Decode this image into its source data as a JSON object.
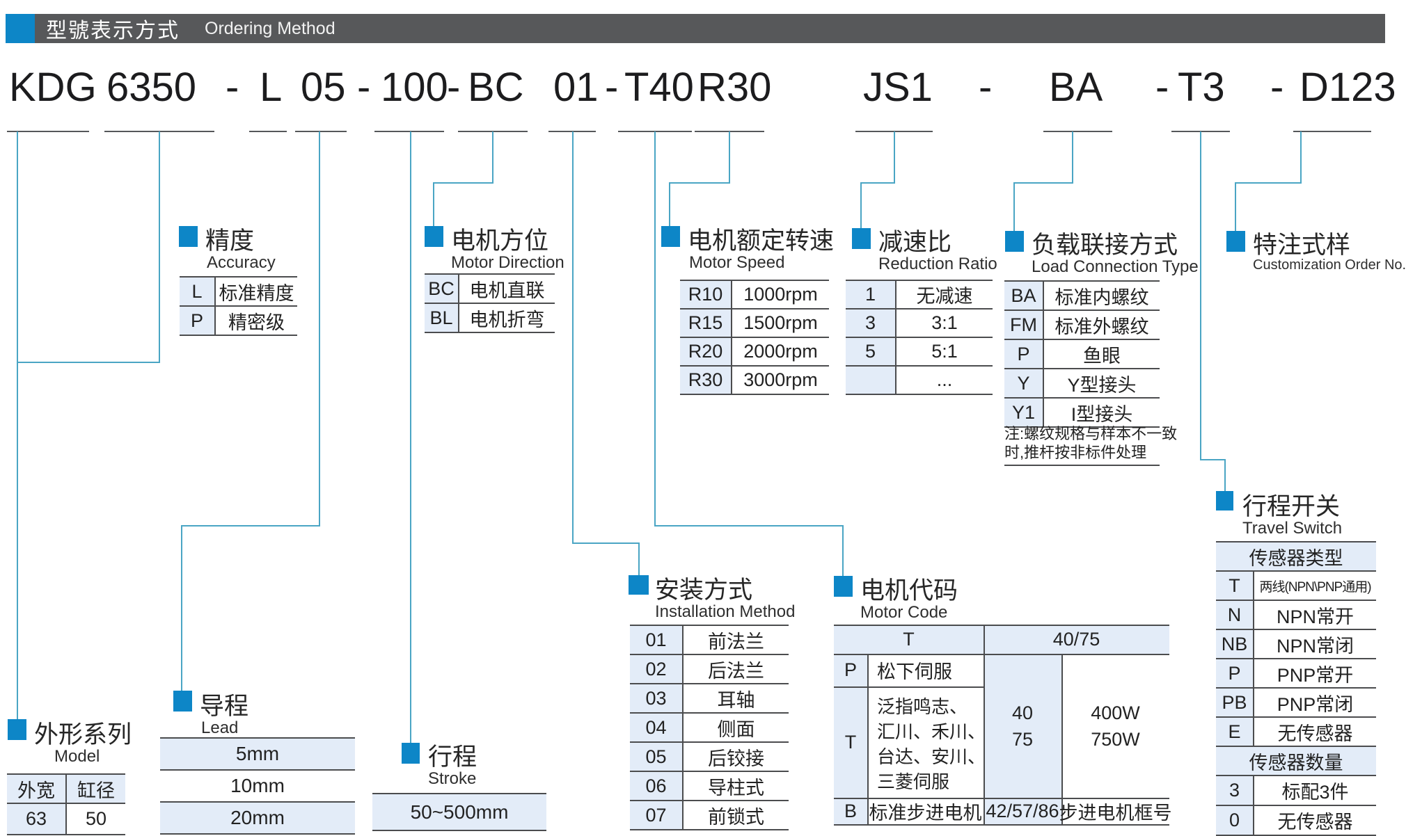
{
  "colors": {
    "accent_blue": "#0d86c7",
    "connector_teal": "#4aa5c4",
    "header_bar_gray": "#57585a",
    "cell_blue": "#e3ecf8"
  },
  "header": {
    "title_zh": "型號表示方式",
    "title_en": "Ordering Method"
  },
  "model_code": {
    "segments": [
      "KDG",
      "6350",
      "-",
      "L",
      "05",
      "-",
      "100",
      "-",
      "BC",
      "01",
      "-",
      "T40",
      "R30",
      "JS1",
      "-",
      "BA",
      "-",
      "T3",
      "-",
      "D123"
    ]
  },
  "blocks": {
    "model": {
      "title_zh": "外形系列",
      "title_en": "Model",
      "headers": [
        "外宽",
        "缸径"
      ],
      "values": [
        "63",
        "50"
      ]
    },
    "lead": {
      "title_zh": "导程",
      "title_en": "Lead",
      "rows": [
        "5mm",
        "10mm",
        "20mm"
      ]
    },
    "stroke": {
      "title_zh": "行程",
      "title_en": "Stroke",
      "value": "50~500mm"
    },
    "accuracy": {
      "title_zh": "精度",
      "title_en": "Accuracy",
      "rows": [
        {
          "code": "L",
          "desc": "标准精度"
        },
        {
          "code": "P",
          "desc": "精密级"
        }
      ]
    },
    "motor_direction": {
      "title_zh": "电机方位",
      "title_en": "Motor Direction",
      "rows": [
        {
          "code": "BC",
          "desc": "电机直联"
        },
        {
          "code": "BL",
          "desc": "电机折弯"
        }
      ]
    },
    "motor_speed": {
      "title_zh": "电机额定转速",
      "title_en": "Motor Speed",
      "rows": [
        {
          "code": "R10",
          "desc": "1000rpm"
        },
        {
          "code": "R15",
          "desc": "1500rpm"
        },
        {
          "code": "R20",
          "desc": "2000rpm"
        },
        {
          "code": "R30",
          "desc": "3000rpm"
        }
      ]
    },
    "reduction_ratio": {
      "title_zh": "减速比",
      "title_en": "Reduction Ratio",
      "rows": [
        {
          "code": "1",
          "desc": "无减速"
        },
        {
          "code": "3",
          "desc": "3:1"
        },
        {
          "code": "5",
          "desc": "5:1"
        },
        {
          "code": "",
          "desc": "..."
        }
      ]
    },
    "load_connection": {
      "title_zh": "负载联接方式",
      "title_en": "Load Connection Type",
      "rows": [
        {
          "code": "BA",
          "desc": "标准内螺纹"
        },
        {
          "code": "FM",
          "desc": "标准外螺纹"
        },
        {
          "code": "P",
          "desc": "鱼眼"
        },
        {
          "code": "Y",
          "desc": "Y型接头"
        },
        {
          "code": "Y1",
          "desc": "I型接头"
        }
      ],
      "note_line1": "注:螺纹规格与样本不一致",
      "note_line2": "时,推杆按非标件处理"
    },
    "customization": {
      "title_zh": "特注式样",
      "title_en": "Customization Order No."
    },
    "installation": {
      "title_zh": "安装方式",
      "title_en": "Installation Method",
      "rows": [
        {
          "code": "01",
          "desc": "前法兰"
        },
        {
          "code": "02",
          "desc": "后法兰"
        },
        {
          "code": "03",
          "desc": "耳轴"
        },
        {
          "code": "04",
          "desc": "侧面"
        },
        {
          "code": "05",
          "desc": "后铰接"
        },
        {
          "code": "06",
          "desc": "导柱式"
        },
        {
          "code": "07",
          "desc": "前锁式"
        }
      ]
    },
    "motor_code": {
      "title_zh": "电机代码",
      "title_en": "Motor Code",
      "header_left": "T",
      "header_right": "40/75",
      "p_code": "P",
      "p_desc": "松下伺服",
      "t_code": "T",
      "t_desc_lines": [
        "泛指鸣志、",
        "汇川、禾川、",
        "台达、安川、",
        "三菱伺服"
      ],
      "power_code_lines": [
        "40",
        "75"
      ],
      "power_desc_lines": [
        "400W",
        "750W"
      ],
      "b_code": "B",
      "b_desc": "标准步进电机",
      "b_frame": "42/57/86",
      "b_frame_desc": "步进电机框号"
    },
    "travel_switch": {
      "title_zh": "行程开关",
      "title_en": "Travel Switch",
      "type_header": "传感器类型",
      "type_rows": [
        {
          "code": "T",
          "desc": "两线(NPN\\PNP通用)"
        },
        {
          "code": "N",
          "desc": "NPN常开"
        },
        {
          "code": "NB",
          "desc": "NPN常闭"
        },
        {
          "code": "P",
          "desc": "PNP常开"
        },
        {
          "code": "PB",
          "desc": "PNP常闭"
        },
        {
          "code": "E",
          "desc": "无传感器"
        }
      ],
      "qty_header": "传感器数量",
      "qty_rows": [
        {
          "code": "3",
          "desc": "标配3件"
        },
        {
          "code": "0",
          "desc": "无传感器"
        }
      ]
    }
  }
}
